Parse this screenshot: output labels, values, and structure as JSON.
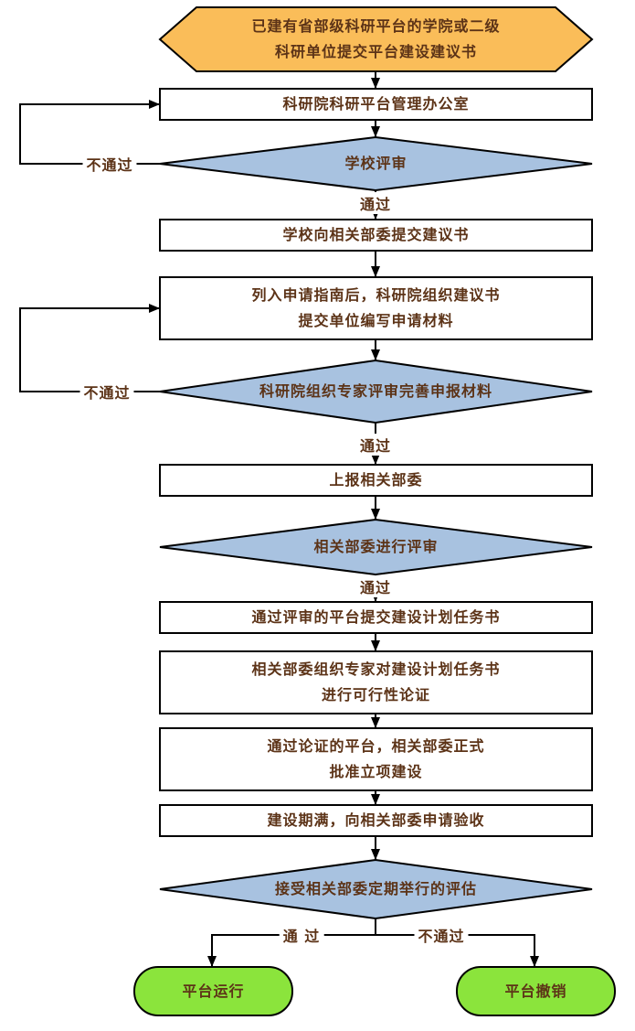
{
  "diagram": {
    "text_color": "#5c3317",
    "colors": {
      "start": "#FABD59",
      "decision": "#A8C2E0",
      "process": "#FFFFFF",
      "terminal": "#8BE43C",
      "line": "#000000"
    },
    "nodes": {
      "start": {
        "type": "hexagon",
        "lines": [
          "已建有省部级科研平台的学院或二级",
          "科研单位提交平台建设建议书"
        ]
      },
      "office": {
        "type": "process",
        "lines": [
          "科研院科研平台管理办公室"
        ]
      },
      "school_review": {
        "type": "decision",
        "lines": [
          "学校评审"
        ]
      },
      "submit_proposal": {
        "type": "process",
        "lines": [
          "学校向相关部委提交建议书"
        ]
      },
      "prepare_materials": {
        "type": "process",
        "lines": [
          "列入申请指南后，科研院组织建议书",
          "提交单位编写申请材料"
        ]
      },
      "expert_review": {
        "type": "decision",
        "lines": [
          "科研院组织专家评审完善申报材料"
        ]
      },
      "report_ministry": {
        "type": "process",
        "lines": [
          "上报相关部委"
        ]
      },
      "ministry_review": {
        "type": "decision",
        "lines": [
          "相关部委进行评审"
        ]
      },
      "submit_task": {
        "type": "process",
        "lines": [
          "通过评审的平台提交建设计划任务书"
        ]
      },
      "feasibility": {
        "type": "process",
        "lines": [
          "相关部委组织专家对建设计划任务书",
          "进行可行性论证"
        ]
      },
      "approval": {
        "type": "process",
        "lines": [
          "通过论证的平台，相关部委正式",
          "批准立项建设"
        ]
      },
      "acceptance": {
        "type": "process",
        "lines": [
          "建设期满，向相关部委申请验收"
        ]
      },
      "evaluation": {
        "type": "decision",
        "lines": [
          "接受相关部委定期举行的评估"
        ]
      },
      "platform_run": {
        "type": "terminal",
        "lines": [
          "平台运行"
        ]
      },
      "platform_cancel": {
        "type": "terminal",
        "lines": [
          "平台撤销"
        ]
      }
    },
    "edge_labels": {
      "pass1": "通过",
      "pass2": "通过",
      "pass3": "通过",
      "fail1": "不通过",
      "fail2": "不通过",
      "pass_final": "通 过",
      "fail_final": "不通过"
    }
  }
}
